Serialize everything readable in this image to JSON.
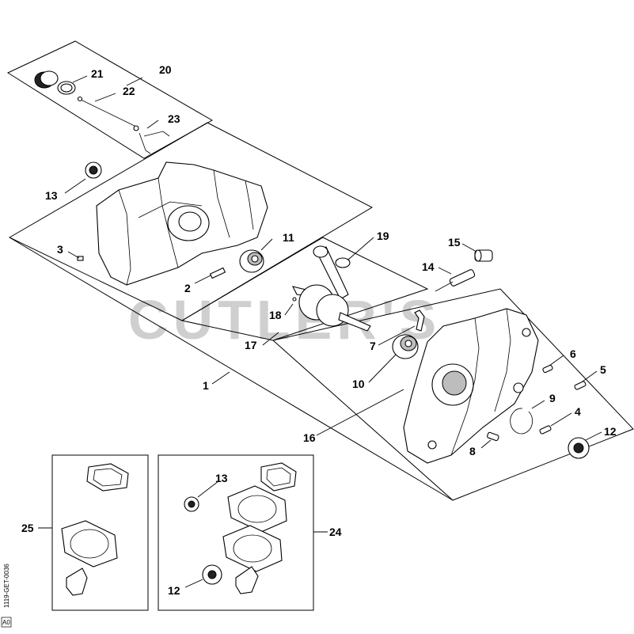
{
  "watermark": "CUTLER'S",
  "doc_id": "1119-GET-0036",
  "doc_suffix": "A0",
  "callouts": [
    {
      "id": "c20",
      "label": "20"
    },
    {
      "id": "c21",
      "label": "21"
    },
    {
      "id": "c22",
      "label": "22"
    },
    {
      "id": "c23",
      "label": "23"
    },
    {
      "id": "c13a",
      "label": "13"
    },
    {
      "id": "c3",
      "label": "3"
    },
    {
      "id": "c2",
      "label": "2"
    },
    {
      "id": "c11",
      "label": "11"
    },
    {
      "id": "c19",
      "label": "19"
    },
    {
      "id": "c15",
      "label": "15"
    },
    {
      "id": "c14",
      "label": "14"
    },
    {
      "id": "c18",
      "label": "18"
    },
    {
      "id": "c17",
      "label": "17"
    },
    {
      "id": "c7",
      "label": "7"
    },
    {
      "id": "c1",
      "label": "1"
    },
    {
      "id": "c10",
      "label": "10"
    },
    {
      "id": "c6",
      "label": "6"
    },
    {
      "id": "c5",
      "label": "5"
    },
    {
      "id": "c9",
      "label": "9"
    },
    {
      "id": "c4",
      "label": "4"
    },
    {
      "id": "c16",
      "label": "16"
    },
    {
      "id": "c8",
      "label": "8"
    },
    {
      "id": "c12a",
      "label": "12"
    },
    {
      "id": "c25",
      "label": "25"
    },
    {
      "id": "c13b",
      "label": "13"
    },
    {
      "id": "c24",
      "label": "24"
    },
    {
      "id": "c12b",
      "label": "12"
    }
  ]
}
